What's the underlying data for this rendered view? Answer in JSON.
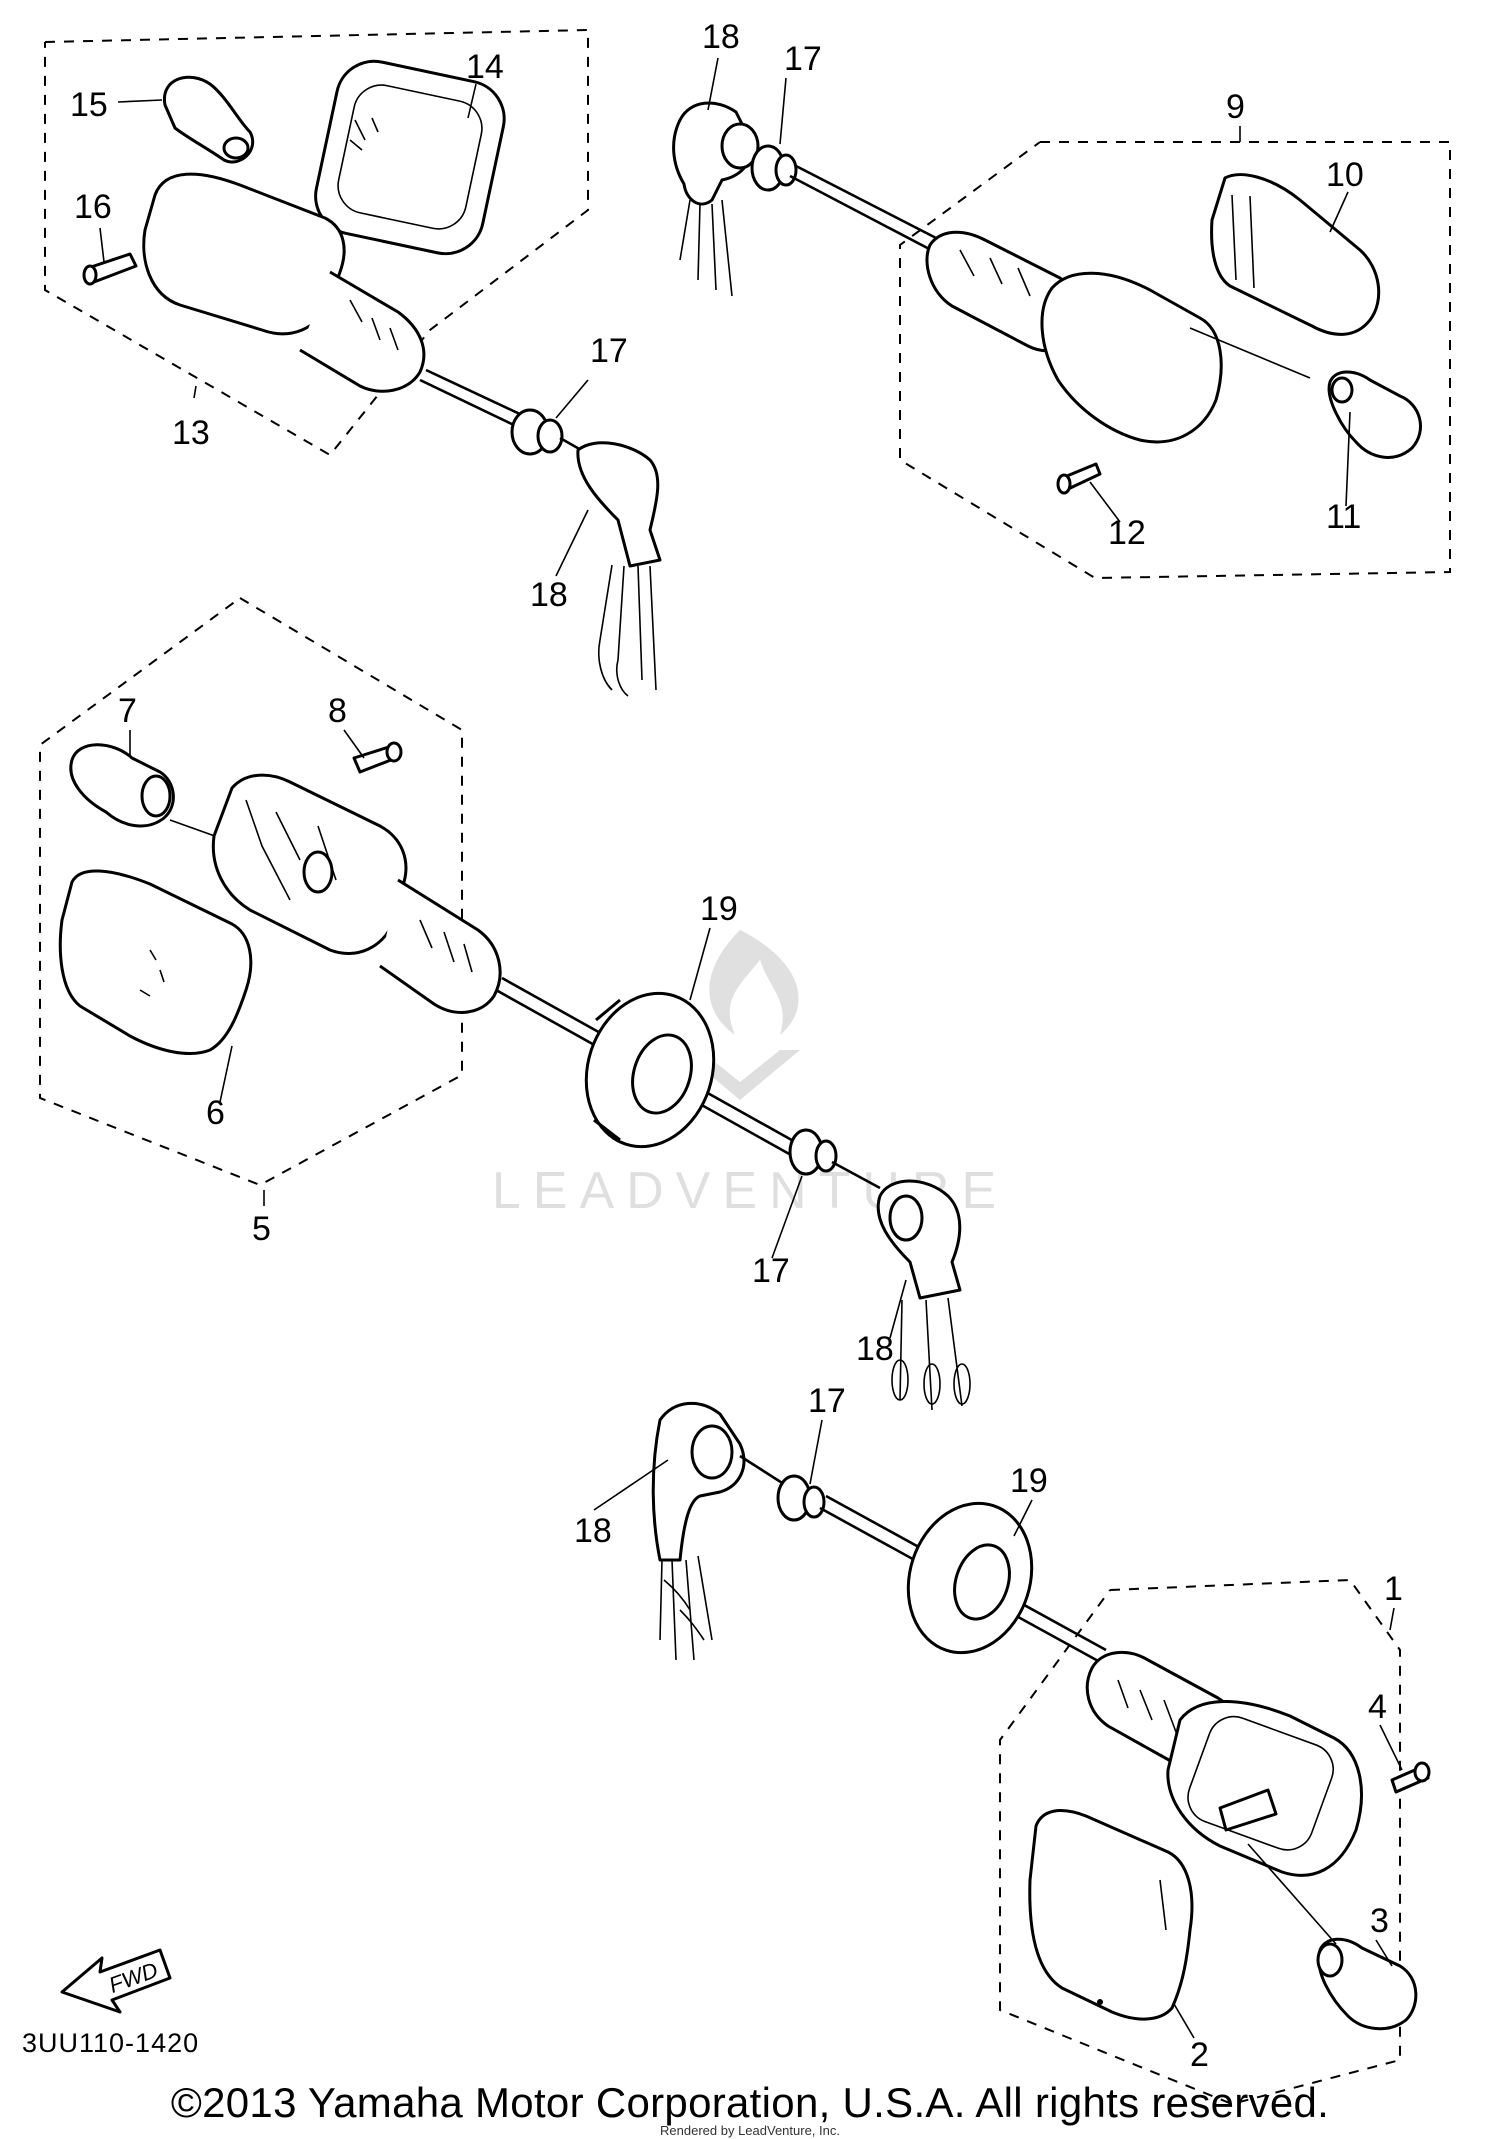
{
  "diagram": {
    "code": "3UU110-1420",
    "fwd_label": "FWD",
    "callouts": {
      "c1": "1",
      "c2": "2",
      "c3": "3",
      "c4": "4",
      "c5": "5",
      "c6": "6",
      "c7": "7",
      "c8": "8",
      "c9": "9",
      "c10": "10",
      "c11": "11",
      "c12": "12",
      "c13": "13",
      "c14": "14",
      "c15": "15",
      "c16": "16",
      "c17a": "17",
      "c17b": "17",
      "c17c": "17",
      "c17d": "17",
      "c18a": "18",
      "c18b": "18",
      "c18c": "18",
      "c18d": "18",
      "c19a": "19",
      "c19b": "19"
    }
  },
  "watermark": {
    "text": "LEADVENTURE"
  },
  "footer": {
    "copyright": "©2013 Yamaha Motor Corporation, U.S.A. All rights reserved.",
    "rendered_by": "Rendered by LeadVenture, Inc."
  }
}
